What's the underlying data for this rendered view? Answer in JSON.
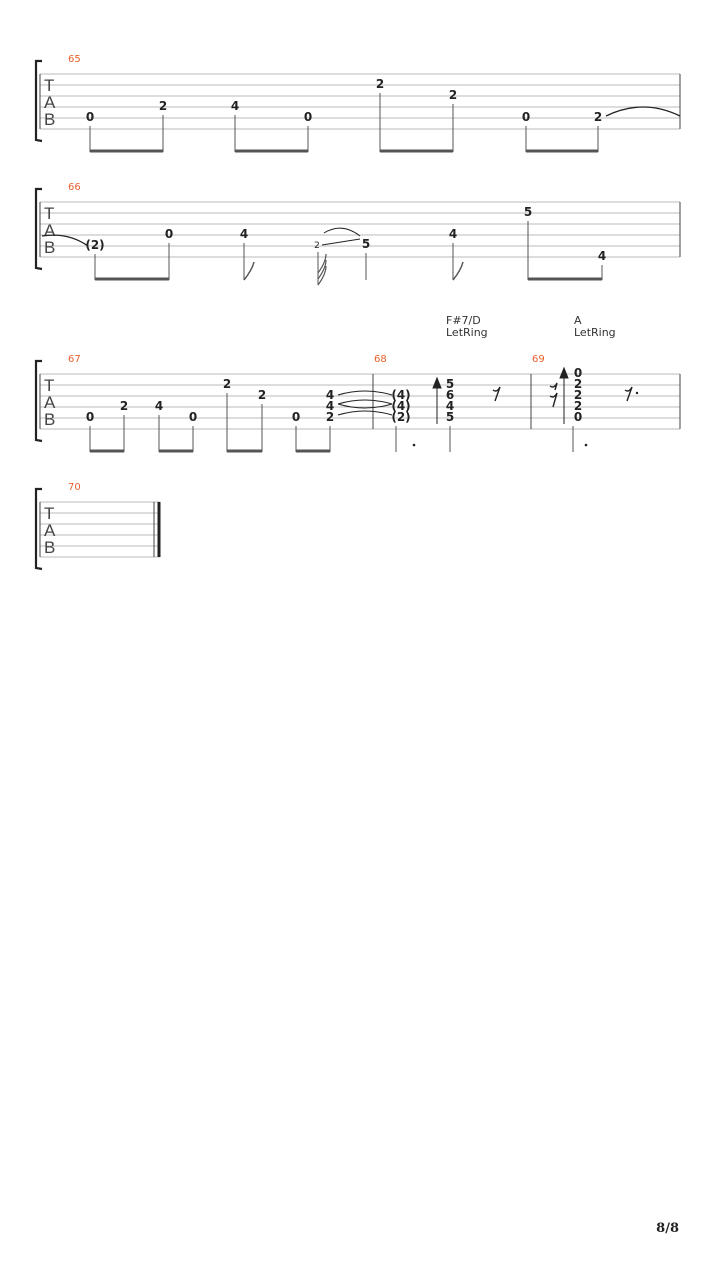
{
  "tab_label": [
    "T",
    "A",
    "B"
  ],
  "page_number": "8/8",
  "colors": {
    "measure_number": "#e8602c",
    "ink": "#222222",
    "staff_line": "#bbbbbb"
  },
  "systems": [
    {
      "measures": [
        {
          "number": "65",
          "notes": [
            {
              "string": 4,
              "fret": "0"
            },
            {
              "string": 3,
              "fret": "2"
            },
            {
              "string": 3,
              "fret": "4"
            },
            {
              "string": 4,
              "fret": "0"
            },
            {
              "string": 1,
              "fret": "2"
            },
            {
              "string": 2,
              "fret": "2"
            },
            {
              "string": 4,
              "fret": "0"
            },
            {
              "string": 4,
              "fret": "2"
            }
          ]
        }
      ]
    },
    {
      "measures": [
        {
          "number": "66",
          "notes": [
            {
              "string": 4,
              "fret": "(2)"
            },
            {
              "string": 3,
              "fret": "0"
            },
            {
              "string": 3,
              "fret": "4"
            },
            {
              "string": 4,
              "fret": "2",
              "grace": true
            },
            {
              "string": 4,
              "fret": "5"
            },
            {
              "string": 3,
              "fret": "4"
            },
            {
              "string": 1,
              "fret": "5"
            },
            {
              "string": 5,
              "fret": "4"
            }
          ]
        }
      ]
    },
    {
      "measures": [
        {
          "number": "67",
          "notes": [
            {
              "string": 4,
              "fret": "0"
            },
            {
              "string": 3,
              "fret": "2"
            },
            {
              "string": 3,
              "fret": "4"
            },
            {
              "string": 4,
              "fret": "0"
            },
            {
              "string": 1,
              "fret": "2"
            },
            {
              "string": 2,
              "fret": "2"
            },
            {
              "string": 4,
              "fret": "0"
            },
            {
              "chord": [
                "4",
                "4",
                "2"
              ]
            }
          ]
        },
        {
          "number": "68",
          "chord_name": "F#7/D",
          "effect": "LetRing",
          "notes": [
            {
              "chord": [
                "(4)",
                "(4)",
                "(2)"
              ]
            },
            {
              "chord": [
                "5",
                "6",
                "4",
                "5"
              ]
            }
          ]
        },
        {
          "number": "69",
          "chord_name": "A",
          "effect": "LetRing",
          "notes": [
            {
              "chord": [
                "0",
                "2",
                "2",
                "2",
                "0"
              ]
            }
          ]
        }
      ]
    },
    {
      "measures": [
        {
          "number": "70",
          "notes": []
        }
      ]
    }
  ]
}
